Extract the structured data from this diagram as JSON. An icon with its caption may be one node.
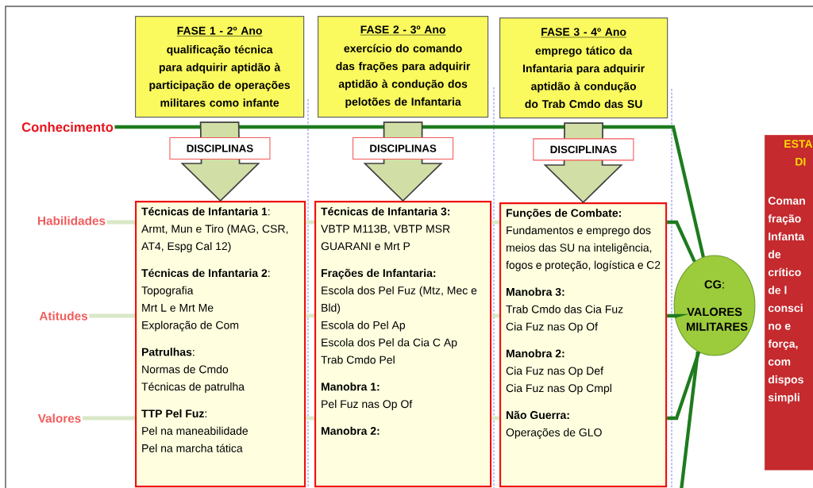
{
  "diagram": {
    "nodes": [
      {
        "text": [
          "FASE 1 - 2º Ano",
          "qualificação técnica para adquirir aptidão à participação de operações militares como infante"
        ]
      },
      {
        "text": [
          "FASE 2 - 3º Ano",
          "exercício do comando das frações para adquirir aptidão à condução dos pelotões de Infantaria"
        ]
      },
      {
        "text": [
          "FASE 3 - 4º Ano",
          "emprego tático da Infantaria para adquirir aptidão à condução do Trab Cmdo das SU"
        ]
      },
      {
        "text": [
          "Conhecimento"
        ]
      },
      {
        "text": [
          "Habilidades"
        ]
      },
      {
        "text": [
          "Atitudes"
        ]
      },
      {
        "text": [
          "Valores"
        ]
      },
      {
        "text": [
          "**Técnicas de Infantaria 1**:",
          "Armt, Mun e Tiro (MAG, CSR, AT4, Espg Cal 12)",
          "**Técnicas de Infantaria 2**:",
          "Topografia",
          "Mrt L e Mrt Me",
          "Exploração de Com",
          "**Patrulhas**:",
          "Normas de Cmdo",
          "Técnicas de patrulha",
          "**TTP Pel Fuz**:",
          "Pel na maneabilidade",
          "Pel na marcha tática"
        ]
      },
      {
        "text": [
          "Técnicas de Infantaria 3:",
          "VBTP M113B, VBTP MSR GUARANI e Mrt P",
          "Frações de Infantaria:",
          "Escola dos Pel Fuz (Mtz, Mec e Bld)",
          "Escola do Pel Ap",
          "Escola dos Pel da Cia C Ap",
          "Trab Cmdo Pel",
          "Manobra 1:",
          "Pel Fuz nas Op Of",
          "Manobra 2:"
        ]
      },
      {
        "text": [
          "Funções de Combate:",
          "Fundamentos e emprego dos meios das SU na inteligência, fogos e proteção, logística e C2",
          "Manobra 3:",
          "Trab Cmdo das Cia Fuz",
          "Cia Fuz nas Op Of",
          "Manobra 2:",
          "Cia Fuz nas Op Def",
          "Cia Fuz nas Op Cmpl",
          "Não Guerra:",
          "Operações de GLO"
        ]
      },
      {
        "text": [
          "**CG**:",
          "VALORES MILITARES"
        ]
      },
      {
        "text": [
          "ESTA",
          "DI",
          "Coman",
          "fração",
          "Infanta",
          "de",
          "crítico",
          "de l",
          "consci",
          "no e",
          "força,",
          "com",
          "dispos",
          "simpli"
        ]
      }
    ],
    "edges": [
      {
        "from": 0,
        "to": 7,
        "arrow": "to",
        "label": "DISCIPLINAS",
        "style": "thick"
      },
      {
        "from": 1,
        "to": 8,
        "arrow": "to",
        "label": "DISCIPLINAS",
        "style": "thick"
      },
      {
        "from": 2,
        "to": 9,
        "arrow": "to",
        "label": "DISCIPLINAS",
        "style": "thick"
      },
      {
        "from": 3,
        "to": 10,
        "arrow": "none",
        "color": "#1e7b1e"
      },
      {
        "from": 4,
        "to": 7,
        "arrow": "none"
      },
      {
        "from": 7,
        "to": 8,
        "arrow": "none"
      },
      {
        "from": 8,
        "to": 9,
        "arrow": "none"
      },
      {
        "from": 9,
        "to": 10,
        "arrow": "none",
        "color": "#1e7b1e"
      },
      {
        "from": 5,
        "to": 7,
        "arrow": "none"
      },
      {
        "from": 7,
        "to": 8,
        "arrow": "none"
      },
      {
        "from": 8,
        "to": 9,
        "arrow": "none"
      },
      {
        "from": 9,
        "to": 10,
        "arrow": "none",
        "color": "#1e7b1e"
      },
      {
        "from": 6,
        "to": 7,
        "arrow": "none"
      },
      {
        "from": 7,
        "to": 8,
        "arrow": "none"
      },
      {
        "from": 8,
        "to": 9,
        "arrow": "none"
      },
      {
        "from": 9,
        "to": 10,
        "arrow": "none",
        "color": "#1e7b1e"
      },
      {
        "from": 10,
        "to": null,
        "arrow": "none",
        "color": "#1e7b1e"
      }
    ]
  }
}
